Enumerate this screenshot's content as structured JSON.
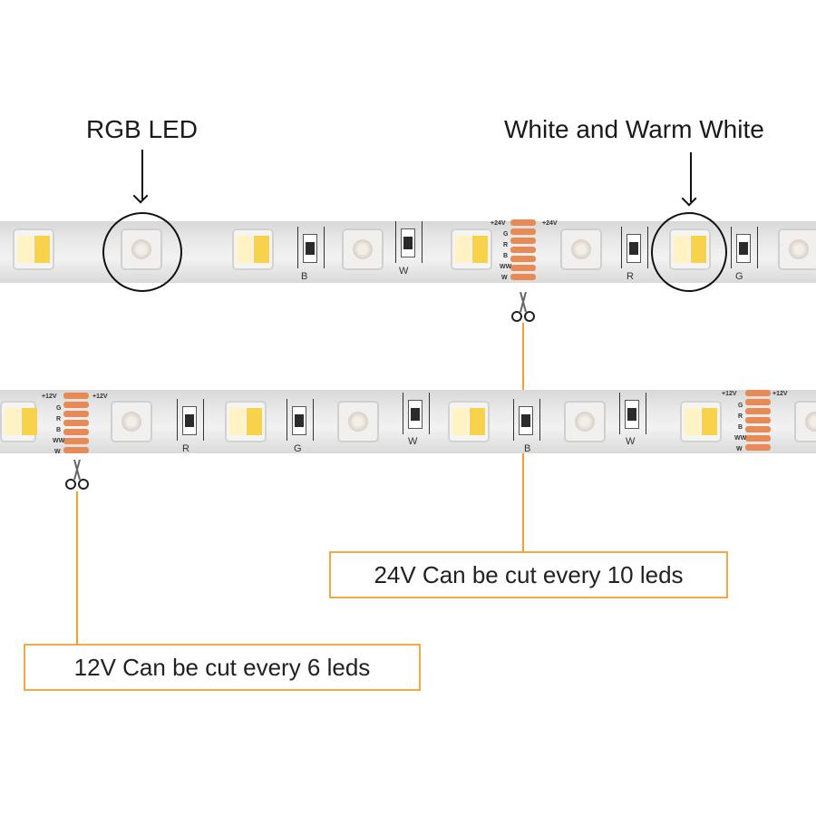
{
  "labels": {
    "rgb_led": "RGB LED",
    "white_warm": "White and Warm White"
  },
  "callouts": {
    "cut_24v": "24V Can be cut every 10 leds",
    "cut_12v": "12V Can be cut every 6 leds"
  },
  "strip_top": {
    "pad_left": "+24V",
    "pad_right": "+24V",
    "pad_rows": [
      "G",
      "R",
      "B",
      "WW",
      "W"
    ],
    "resistor_letters": [
      "B",
      "W",
      "R",
      "G"
    ]
  },
  "strip_bottom": {
    "pad_left": "+12V",
    "pad_right": "+12V",
    "pad_rows": [
      "G",
      "R",
      "B",
      "WW",
      "W"
    ],
    "resistor_letters": [
      "R",
      "G",
      "W",
      "B",
      "W"
    ]
  },
  "colors": {
    "accent_orange": "#f0a030",
    "pad_copper": "#e88a55",
    "warm_led": "#f7d24a"
  }
}
